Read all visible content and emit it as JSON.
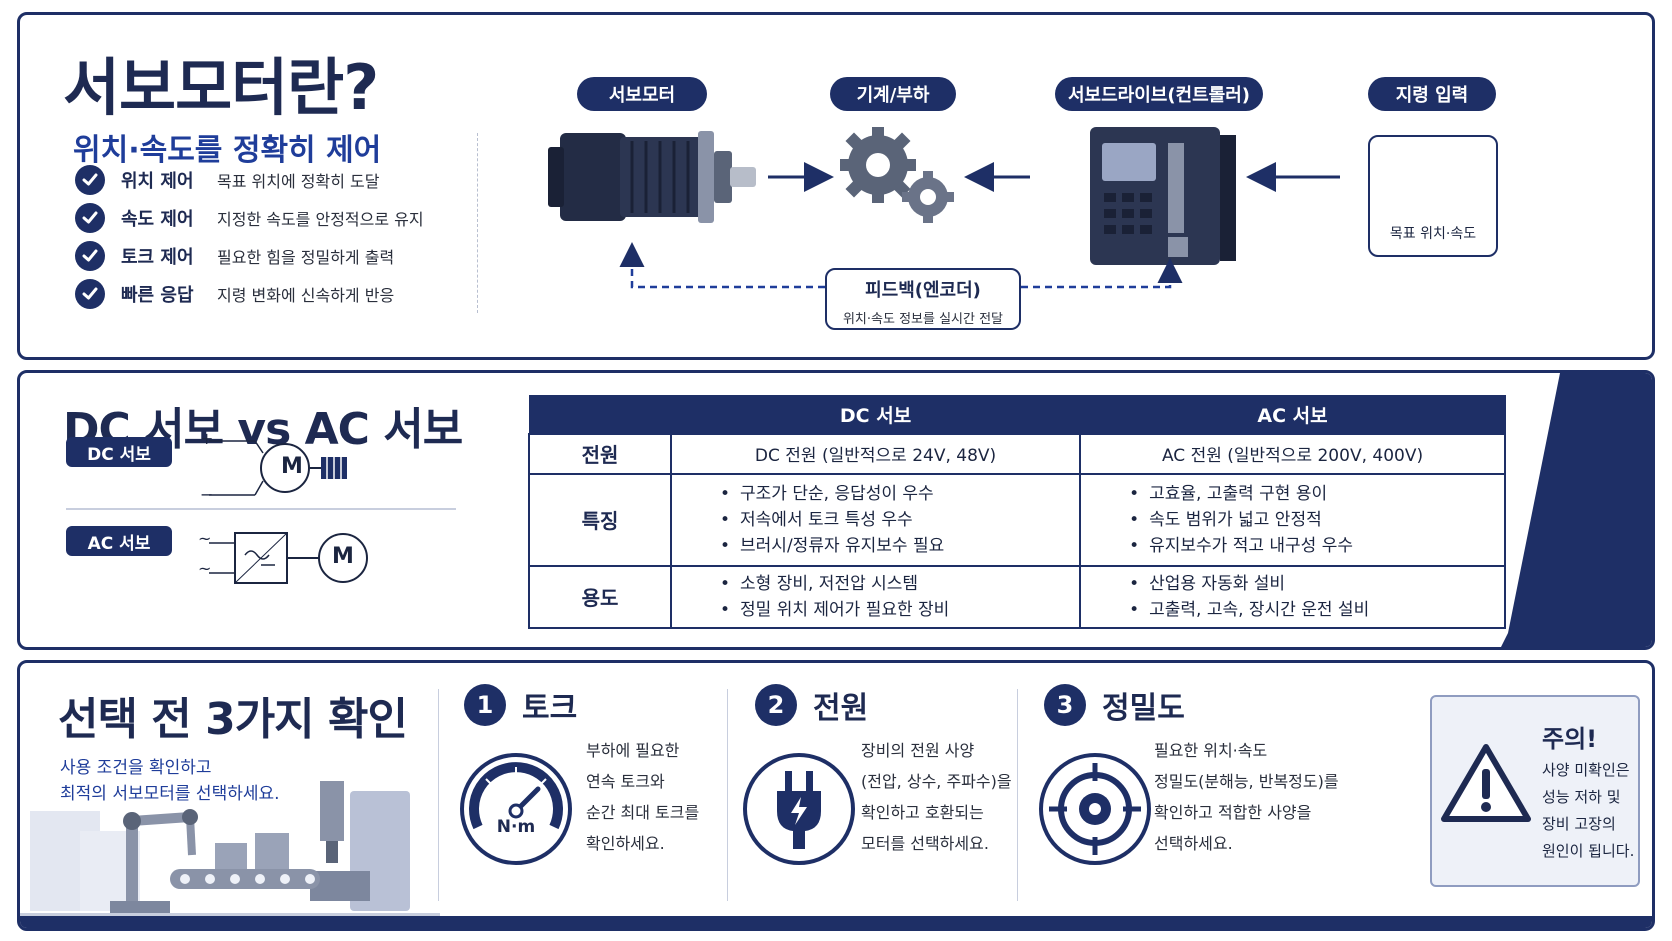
{
  "colors": {
    "navy": "#1e2f66",
    "accent_blue": "#1f3d9a",
    "light_panel": "#eef1f8"
  },
  "intro": {
    "title": "서보모터란?",
    "subtitle": "위치·속도를 정확히 제어",
    "features": [
      {
        "label": "위치 제어",
        "desc": "목표 위치에 정확히 도달"
      },
      {
        "label": "속도 제어",
        "desc": "지정한 속도를 안정적으로 유지"
      },
      {
        "label": "토크 제어",
        "desc": "필요한 힘을 정밀하게 출력"
      },
      {
        "label": "빠른 응답",
        "desc": "지령 변화에 신속하게 반응"
      }
    ]
  },
  "diagram": {
    "nodes": [
      {
        "label": "서보모터",
        "icon": "servo-motor-icon"
      },
      {
        "label": "기계/부하",
        "icon": "gears-icon"
      },
      {
        "label": "서보드라이브(컨트롤러)",
        "icon": "servo-drive-icon"
      },
      {
        "label": "지령 입력",
        "icon": "target-icon"
      }
    ],
    "command_caption": "목표 위치·속도",
    "feedback": {
      "title": "피드백(엔코더)",
      "desc": "위치·속도 정보를 실시간 전달"
    }
  },
  "compare": {
    "title": "DC 서보 vs AC 서보",
    "dc_tag": "DC 서보",
    "ac_tag": "AC 서보",
    "motor_symbol": "M",
    "dc_plus": "+",
    "dc_minus": "−",
    "ac_wave": "~",
    "columns": [
      "DC 서보",
      "AC 서보"
    ],
    "rows": [
      {
        "head": "전원",
        "dc": [
          "DC 전원 (일반적으로 24V, 48V)"
        ],
        "ac": [
          "AC 전원 (일반적으로 200V, 400V)"
        ]
      },
      {
        "head": "특징",
        "dc": [
          "구조가 단순, 응답성이 우수",
          "저속에서 토크 특성 우수",
          "브러시/정류자 유지보수 필요"
        ],
        "ac": [
          "고효율, 고출력 구현 용이",
          "속도 범위가 넓고 안정적",
          "유지보수가 적고 내구성 우수"
        ]
      },
      {
        "head": "용도",
        "dc": [
          "소형 장비, 저전압 시스템",
          "정밀 위치 제어가 필요한 장비"
        ],
        "ac": [
          "산업용 자동화 설비",
          "고출력, 고속, 장시간 운전 설비"
        ]
      }
    ]
  },
  "checklist": {
    "title": "선택 전 3가지 확인",
    "subtitle_lines": [
      "사용 조건을 확인하고",
      "최적의 서보모터를 선택하세요."
    ],
    "steps": [
      {
        "num": "1",
        "title": "토크",
        "icon": "torque-gauge-icon",
        "icon_label": "N·m",
        "lines": [
          "부하에 필요한",
          "연속 토크와",
          "순간 최대 토크를",
          "확인하세요."
        ]
      },
      {
        "num": "2",
        "title": "전원",
        "icon": "power-plug-icon",
        "lines": [
          "장비의 전원 사양",
          "(전압, 상수, 주파수)을",
          "확인하고 호환되는",
          "모터를 선택하세요."
        ]
      },
      {
        "num": "3",
        "title": "정밀도",
        "icon": "crosshair-icon",
        "lines": [
          "필요한 위치·속도",
          "정밀도(분해능, 반복정도)를",
          "확인하고 적합한 사양을",
          "선택하세요."
        ]
      }
    ],
    "warning": {
      "title": "주의!",
      "icon": "warning-triangle-icon",
      "lines": [
        "사양 미확인은",
        "성능 저하 및",
        "장비 고장의",
        "원인이 됩니다."
      ]
    }
  }
}
